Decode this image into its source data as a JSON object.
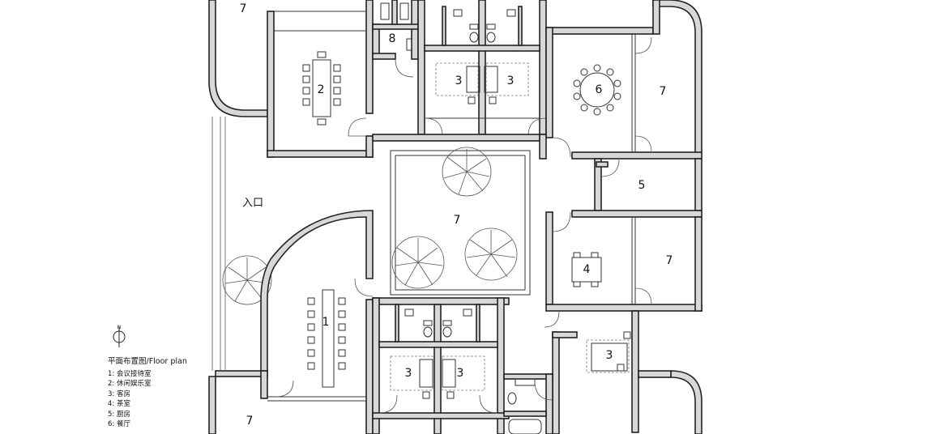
{
  "rooms": {
    "r1": "1",
    "r2": "2",
    "r3a": "3",
    "r3b": "3",
    "r3c": "3",
    "r3d": "3",
    "r3e": "3",
    "r4": "4",
    "r5": "5",
    "r6": "6",
    "r7a": "7",
    "r7b": "7",
    "r7c": "7",
    "r7d": "7",
    "r7e": "7",
    "r8": "8"
  },
  "entrance": "入口",
  "north": "N",
  "legend": {
    "title": "平面布置图/Floor plan",
    "items": [
      "1:  会议接待室",
      "2:  休闲娱乐室",
      "3:  客房",
      "4:  茶室",
      "5:  厨房",
      "6:  餐厅"
    ]
  }
}
